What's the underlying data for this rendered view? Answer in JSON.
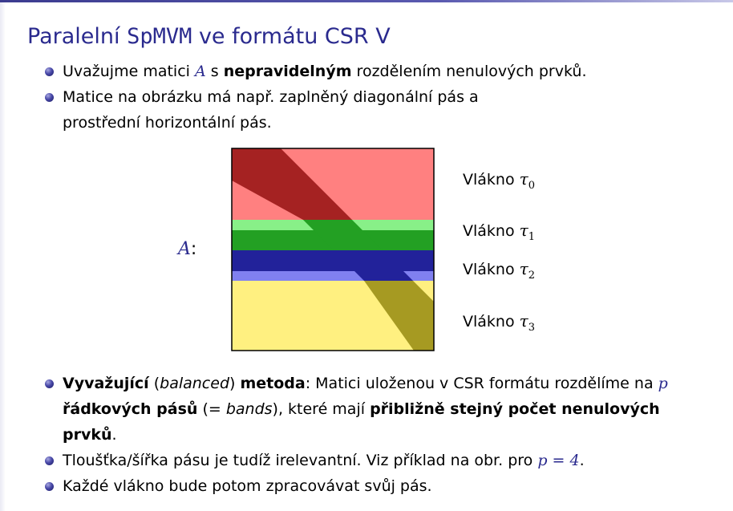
{
  "slide": {
    "title_prefix": "Paralelní ",
    "title_code": "SpMVM",
    "title_suffix": " ve formátu CSR V"
  },
  "bullets_top": [
    {
      "pre": "Uvažujme matici ",
      "math": "A",
      "mid": " s ",
      "bold": "nepravidelným",
      "post": " rozdělením nenulových prvků."
    },
    {
      "text": "Matice na obrázku má např. zaplněný diagonální pás a prostřední horizontální pás."
    }
  ],
  "figure": {
    "matrix_label": "A",
    "matrix_label_colon": ":",
    "colors": {
      "red_band": "#ff8080",
      "red_diag": "#a52222",
      "light_green": "#88f088",
      "green_band": "#23a023",
      "green_diag": "#23a023",
      "blue_band": "#22229a",
      "light_blue": "#8080f0",
      "yellow_band": "#fff080",
      "yellow_diag": "#a69a22"
    },
    "threads": [
      {
        "label": "Vlákno ",
        "symbol": "τ",
        "index": "0"
      },
      {
        "label": "Vlákno ",
        "symbol": "τ",
        "index": "1"
      },
      {
        "label": "Vlákno ",
        "symbol": "τ",
        "index": "2"
      },
      {
        "label": "Vlákno ",
        "symbol": "τ",
        "index": "3"
      }
    ]
  },
  "bullets_bottom": [
    {
      "b1": "Vyvažující",
      "p1": " (",
      "i1": "balanced",
      "p2": ") ",
      "b2": "metoda",
      "p3": ": Matici uloženou v CSR formátu rozdělíme na ",
      "m1": "p",
      "p4": " ",
      "b3": "řádkových pásů",
      "p5": " (= ",
      "i2": "bands",
      "p6": "), které mají ",
      "b4": "přibližně stejný počet nenulových prvků",
      "p7": "."
    },
    {
      "pre": "Tloušťka/šířka pásu je tudíž irelevantní. Viz příklad na obr. pro ",
      "math": "p = 4",
      "post": "."
    },
    {
      "text": "Každé vlákno bude potom zpracovávat svůj pás."
    }
  ]
}
